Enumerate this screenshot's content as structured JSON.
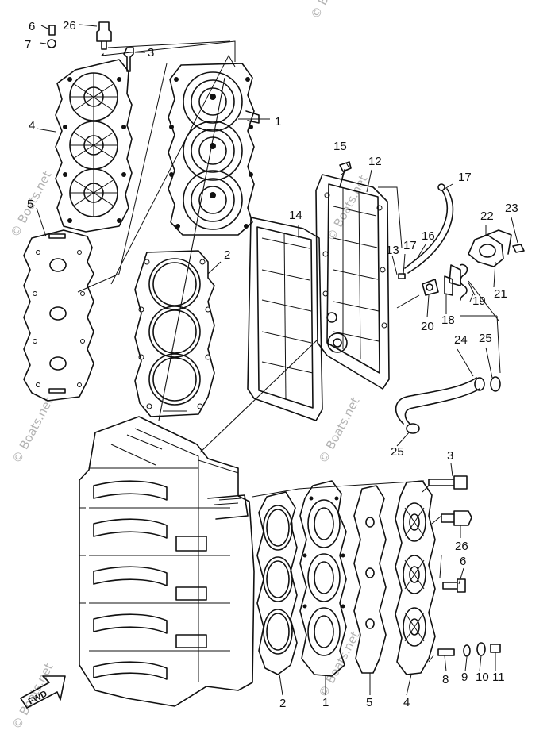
{
  "watermark": "© Boats.net",
  "fwd_label": "FWD",
  "callouts": {
    "c6a": "6",
    "c26a": "26",
    "c7": "7",
    "c3a": "3",
    "c4a": "4",
    "c1a": "1",
    "c5a": "5",
    "c2a": "2",
    "c15": "15",
    "c12": "12",
    "c17a": "17",
    "c14": "14",
    "c22": "22",
    "c23": "23",
    "c13": "13",
    "c17b": "17",
    "c16": "16",
    "c21": "21",
    "c19": "19",
    "c20": "20",
    "c18": "18",
    "c24": "24",
    "c25a": "25",
    "c25b": "25",
    "c3b": "3",
    "c26b": "26",
    "c6b": "6",
    "c2b": "2",
    "c1b": "1",
    "c5b": "5",
    "c4b": "4",
    "c8": "8",
    "c9": "9",
    "c10": "10",
    "c11": "11"
  }
}
